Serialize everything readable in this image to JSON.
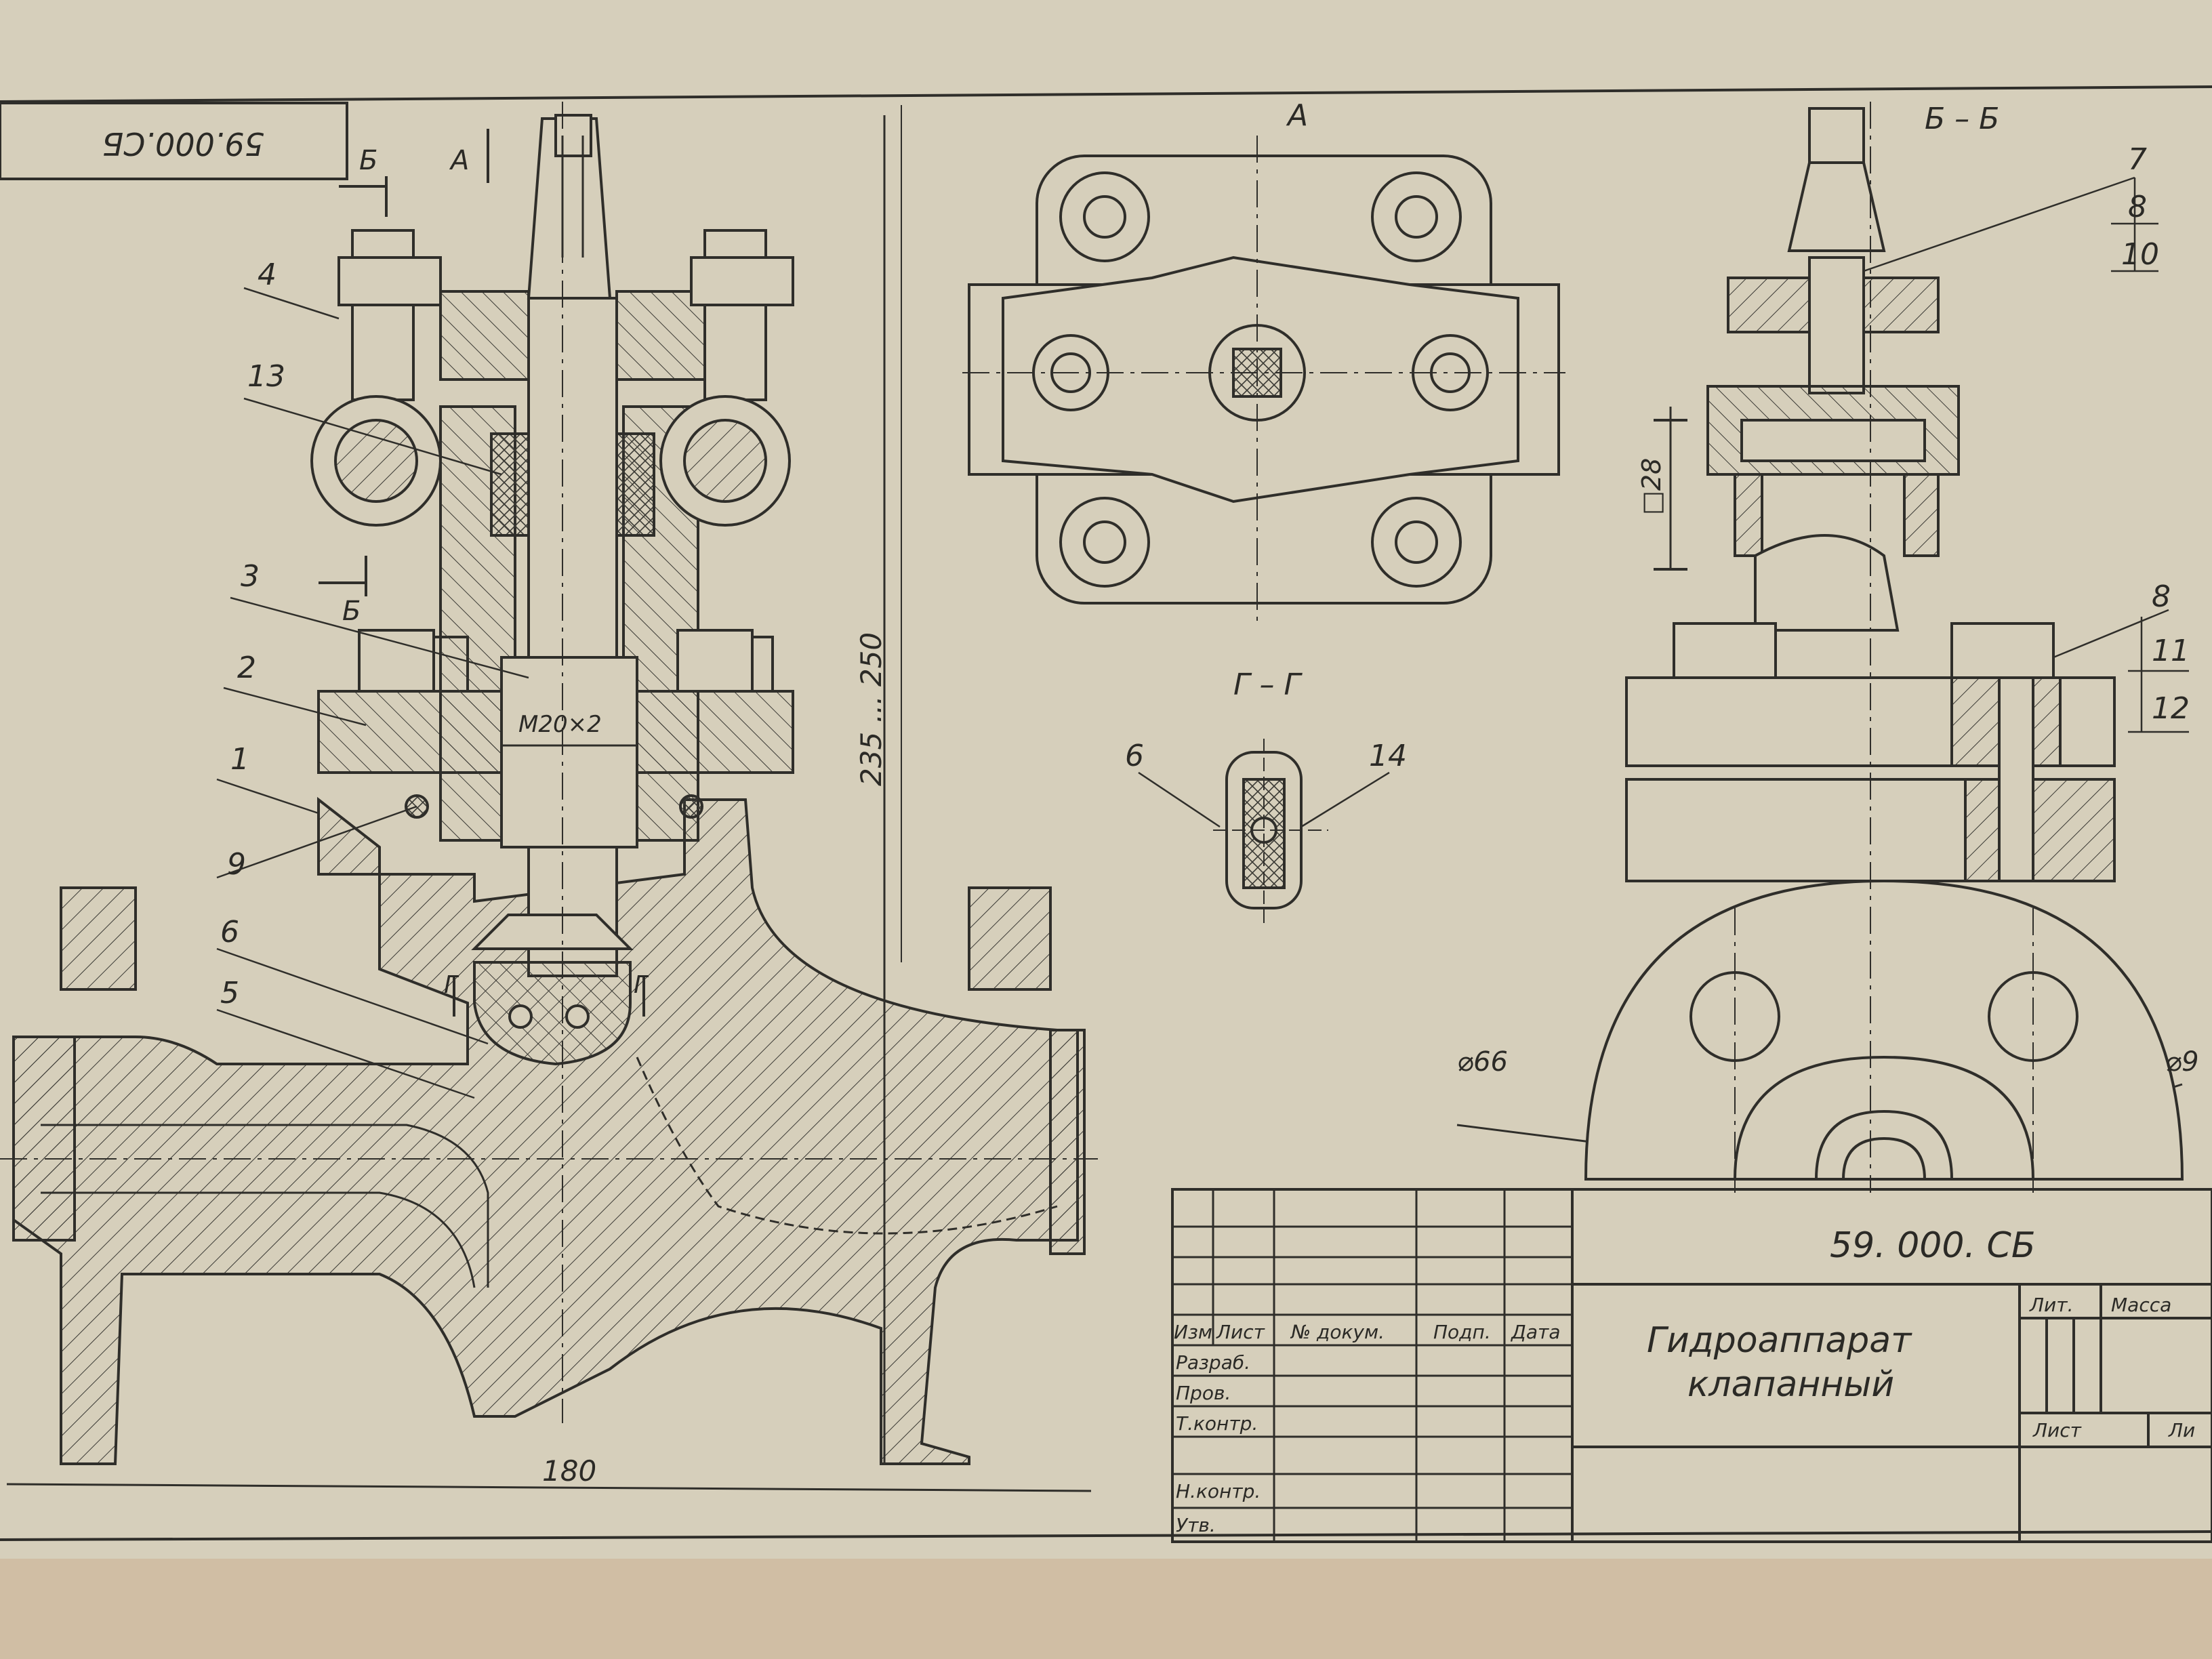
{
  "stamp_top_left": "59.000.СБ",
  "drawing_number": "59. 000. СБ",
  "title": {
    "line1": "Гидроаппарат",
    "line2": "клапанный"
  },
  "views": {
    "view_a": "А",
    "section_bb": "Б – Б",
    "section_gg": "Г – Г",
    "cut_b_top": "Б",
    "cut_b_mid": "Б",
    "arrow_a": "А",
    "cut_g_left": "Г",
    "cut_g_right": "Г"
  },
  "dimensions": {
    "overall_height": "235 ... 250",
    "overall_length": "180",
    "thread": "M20×2",
    "square": "□28",
    "dia_left": "⌀66",
    "dia_right": "⌀9"
  },
  "part_numbers": {
    "p1": "1",
    "p2": "2",
    "p3": "3",
    "p4": "4",
    "p5": "5",
    "p6": "6",
    "p9": "9",
    "p13": "13",
    "gg_6": "6",
    "gg_14": "14",
    "bb_7": "7",
    "bb_8a": "8",
    "bb_10": "10",
    "bb_8b": "8",
    "bb_11": "11",
    "bb_12": "12"
  },
  "title_block": {
    "col_izm": "Изм",
    "col_list": "Лист",
    "col_doc": "№ докум.",
    "col_podp": "Подп.",
    "col_data": "Дата",
    "row_razrab": "Разраб.",
    "row_prov": "Пров.",
    "row_tkontr": "Т.контр.",
    "row_nkontr": "Н.контр.",
    "row_utv": "Утв.",
    "lit": "Лит.",
    "massa": "Масса",
    "list": "Лист",
    "listov": "Ли"
  }
}
